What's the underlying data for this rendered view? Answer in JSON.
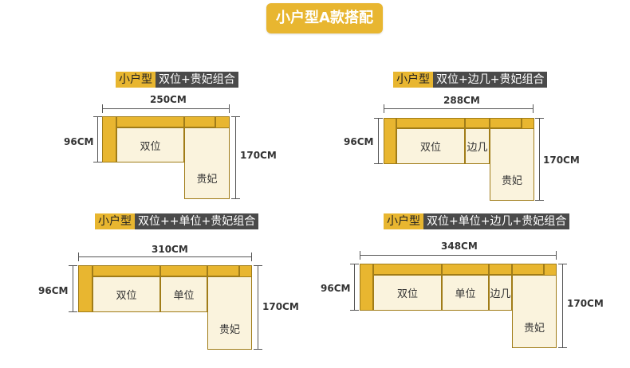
{
  "page_title": "小户型A款搭配",
  "tag": "小户型",
  "diagrams": [
    {
      "desc": "双位+贵妃组合",
      "width": "250CM",
      "depth": "96CM",
      "length": "170CM",
      "seats": [
        "双位",
        "贵妃"
      ]
    },
    {
      "desc": "双位+边几+贵妃组合",
      "width": "288CM",
      "depth": "96CM",
      "length": "170CM",
      "seats": [
        "双位",
        "边几",
        "贵妃"
      ]
    },
    {
      "desc": "双位++单位+贵妃组合",
      "width": "310CM",
      "depth": "96CM",
      "length": "170CM",
      "seats": [
        "双位",
        "单位",
        "贵妃"
      ]
    },
    {
      "desc": "双位+单位+边几+贵妃组合",
      "width": "348CM",
      "depth": "96CM",
      "length": "170CM",
      "seats": [
        "双位",
        "单位",
        "边几",
        "贵妃"
      ]
    }
  ],
  "colors": {
    "accent": "#e8b630",
    "seat": "#faf3dd",
    "dark_label": "#4a4a4a"
  }
}
